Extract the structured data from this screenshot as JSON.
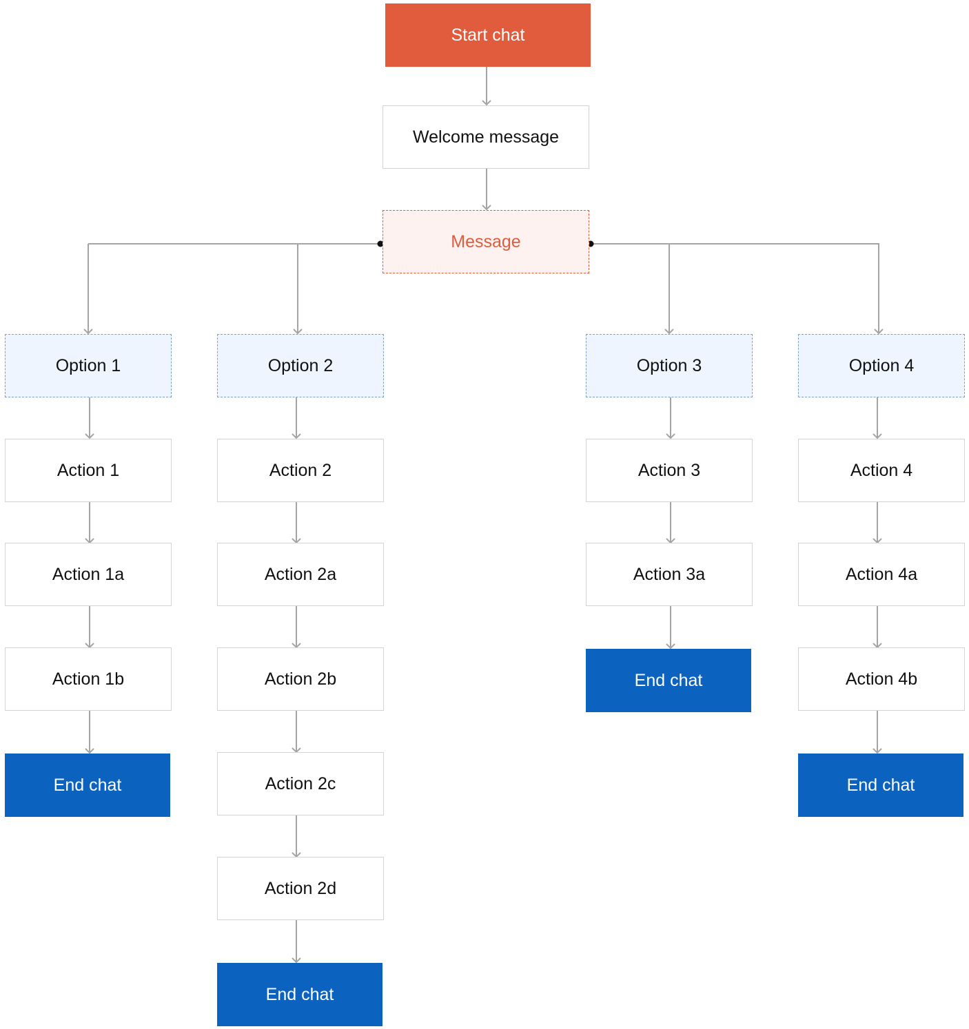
{
  "colors": {
    "start": "#e05c3d",
    "message_text": "#e05c3d",
    "message_bg": "#fdf2f0",
    "option_bg": "#eef5fe",
    "end": "#0b63bf",
    "connector": "#a4a4a4"
  },
  "flow": {
    "start": "Start chat",
    "welcome": "Welcome message",
    "message": "Message",
    "options": [
      "Option 1",
      "Option 2",
      "Option 3",
      "Option 4"
    ],
    "actions": {
      "option1": [
        "Action 1",
        "Action 1a",
        "Action 1b"
      ],
      "option2": [
        "Action 2",
        "Action 2a",
        "Action 2b",
        "Action 2c",
        "Action 2d"
      ],
      "option3": [
        "Action 3",
        "Action 3a"
      ],
      "option4": [
        "Action 4",
        "Action 4a",
        "Action 4b"
      ]
    },
    "end": "End chat"
  }
}
